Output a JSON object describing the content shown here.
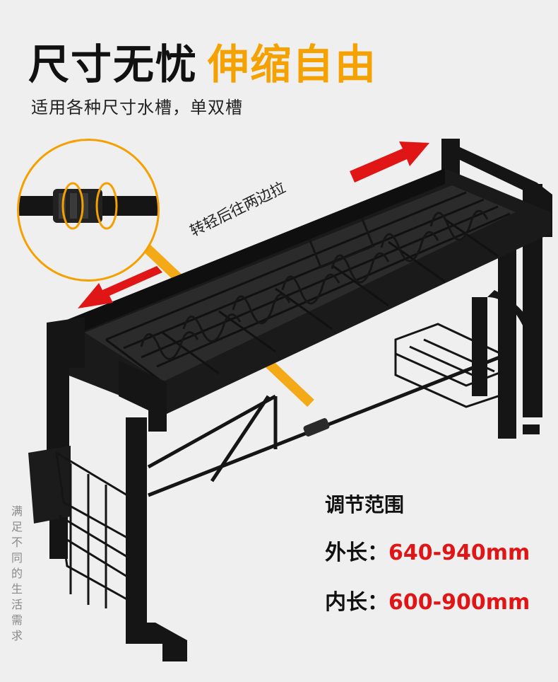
{
  "header": {
    "title_main": "尺寸无忧",
    "title_accent": "伸缩自由",
    "subtitle": "适用各种尺寸水槽，单双槽"
  },
  "illustration": {
    "arrow_caption": "转轻后往两边拉"
  },
  "specs": {
    "heading": "调节范围",
    "outer_label": "外长：",
    "outer_value": "640-940mm",
    "inner_label": "内长：",
    "inner_value": "600-900mm"
  },
  "side_caption": "满足不同的生活需求",
  "colors": {
    "accent": "#f5a200",
    "arrow_red": "#e01616",
    "rack_black": "#151515"
  }
}
